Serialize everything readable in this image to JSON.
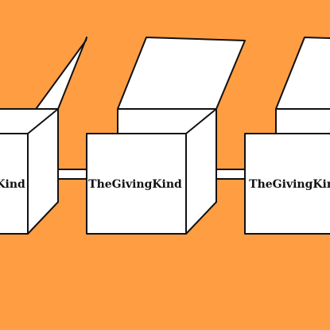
{
  "scene": {
    "background_color": "#FF9D43",
    "box_fill": "#FFFFFF",
    "stroke_color": "#111111"
  },
  "boxes": [
    {
      "brand_text": "TheGivingKind"
    },
    {
      "brand_text": "TheGivingKind"
    },
    {
      "brand_text": "TheGivingKind"
    }
  ]
}
